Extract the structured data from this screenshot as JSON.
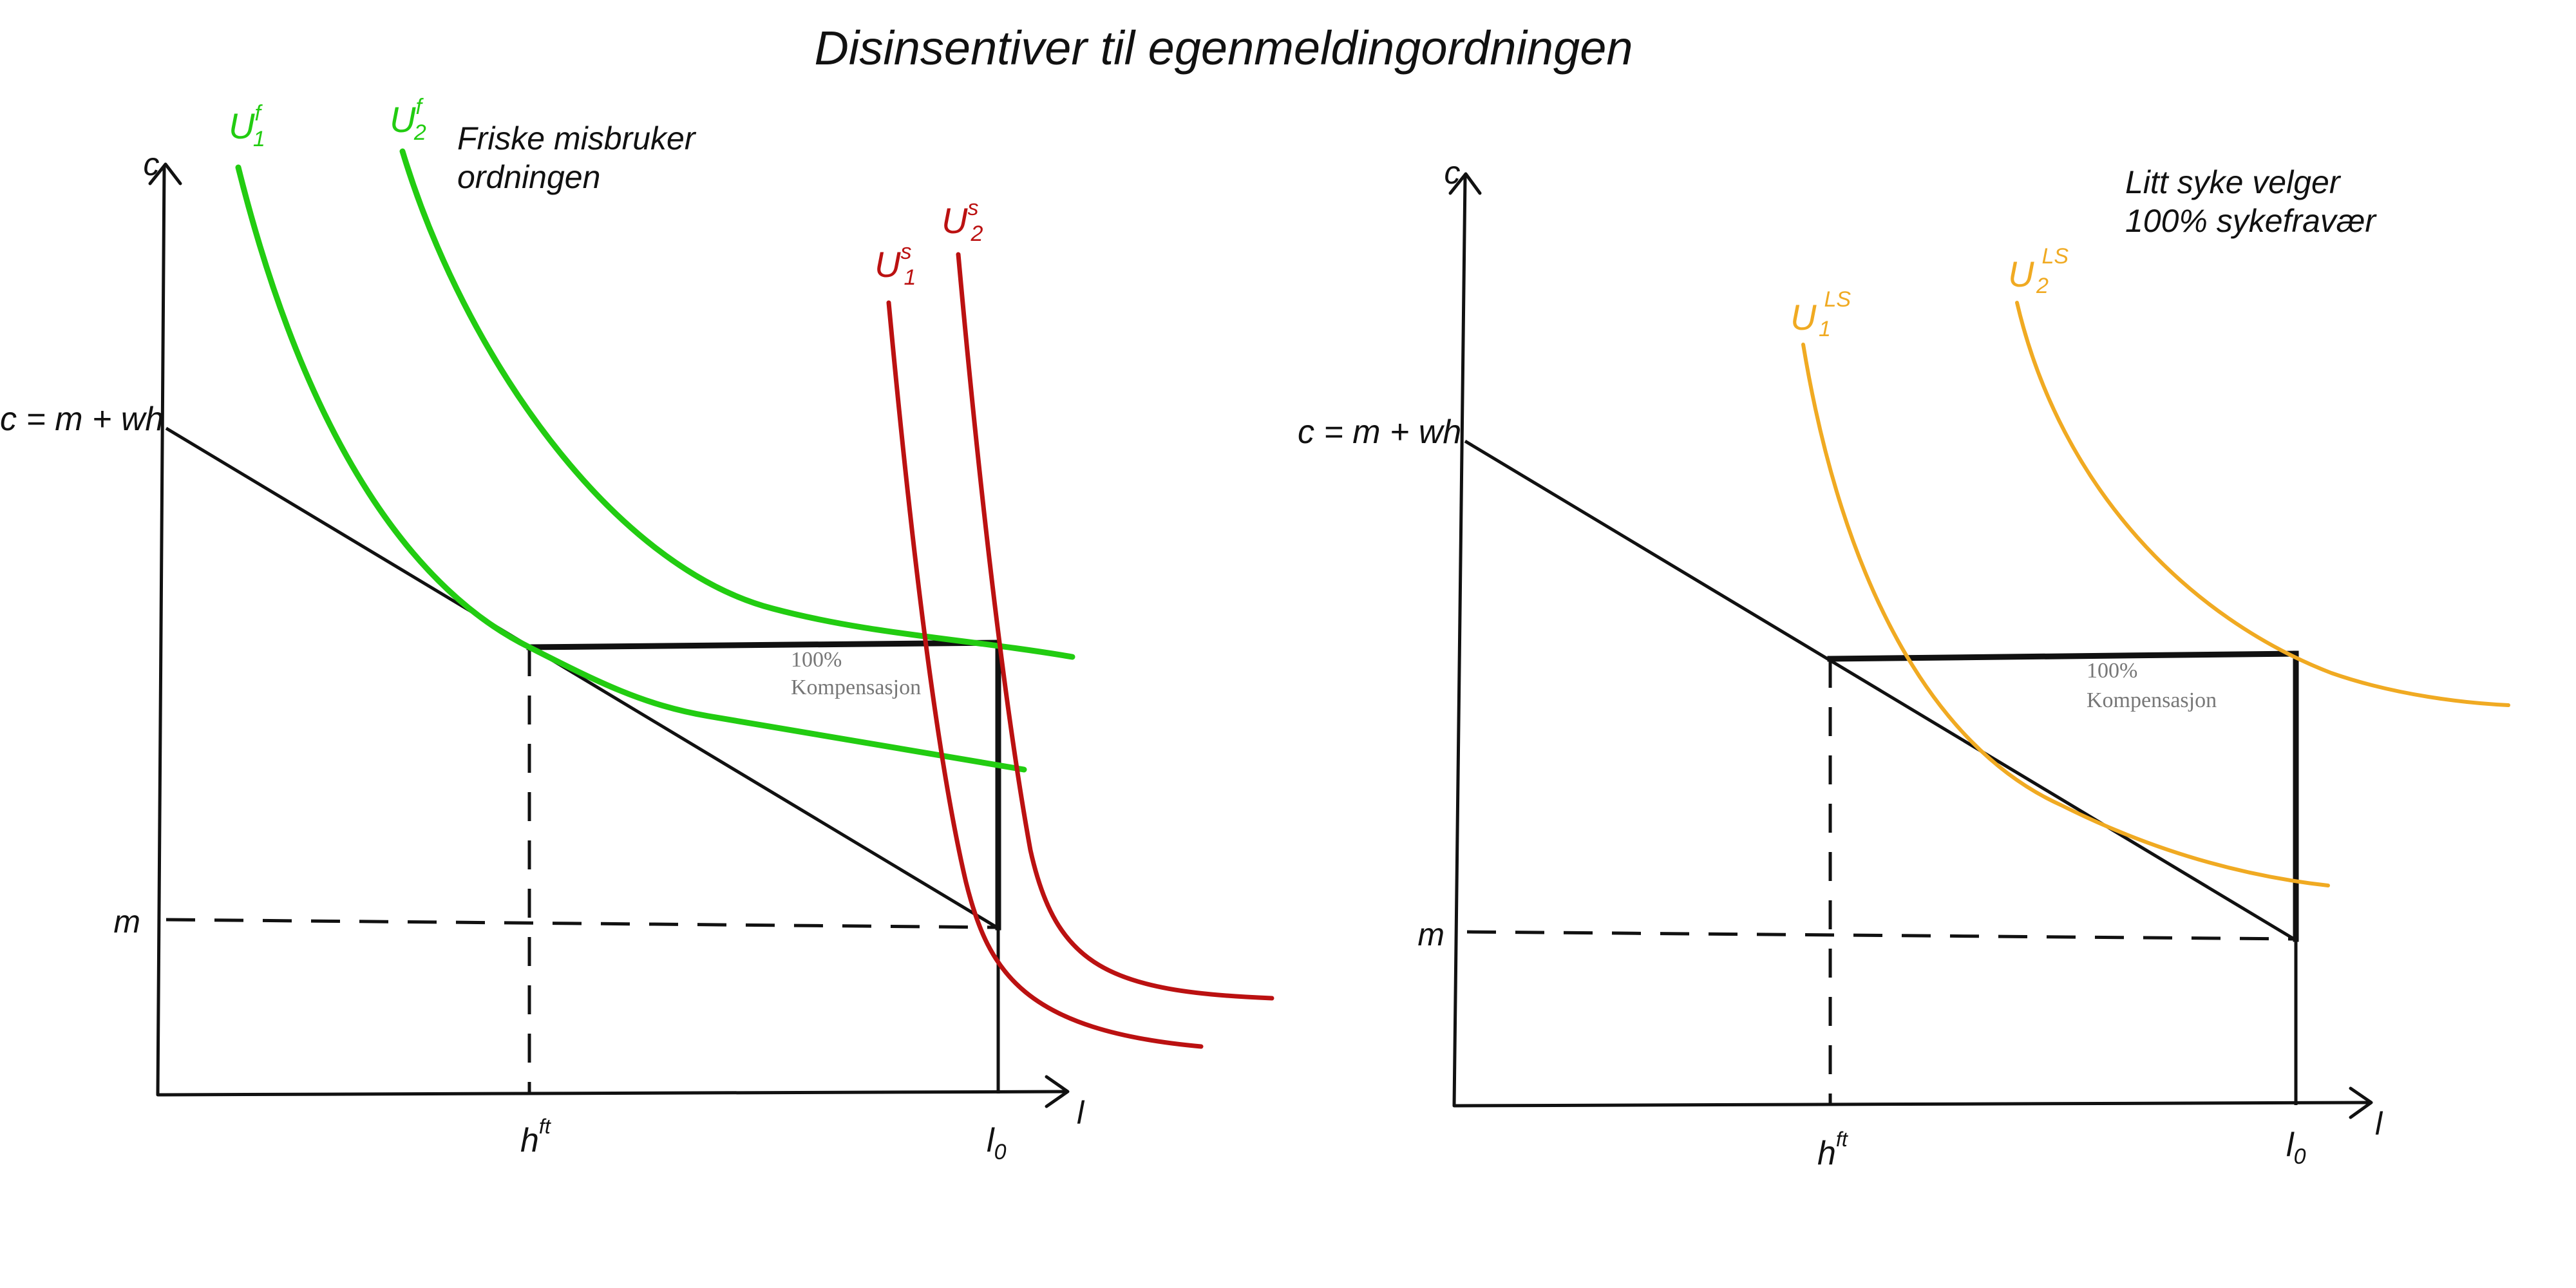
{
  "title": "Disinsentiver til egenmeldingordningen",
  "left_panel": {
    "caption_line1": "Friske misbruker",
    "caption_line2": "ordningen",
    "y_axis": "c",
    "x_axis": "l",
    "budget_label": "c = m + wh",
    "m_label": "m",
    "h_label": "h",
    "h_sup": "ft",
    "l0_label": "l",
    "l0_sub": "0",
    "comp_line1": "100%",
    "comp_line2": "Kompensasjon",
    "curves": [
      {
        "base": "U",
        "sup": "f",
        "sub": "1",
        "color": "#22cc11"
      },
      {
        "base": "U",
        "sup": "f",
        "sub": "2",
        "color": "#22cc11"
      },
      {
        "base": "U",
        "sup": "s",
        "sub": "1",
        "color": "#bb1111"
      },
      {
        "base": "U",
        "sup": "s",
        "sub": "2",
        "color": "#bb1111"
      }
    ]
  },
  "right_panel": {
    "caption_line1": "Litt syke velger",
    "caption_line2": "100% sykefravær",
    "y_axis": "c",
    "x_axis": "l",
    "budget_label": "c = m + wh",
    "m_label": "m",
    "h_label": "h",
    "h_sup": "ft",
    "l0_label": "l",
    "l0_sub": "0",
    "comp_line1": "100%",
    "comp_line2": "Kompensasjon",
    "curves": [
      {
        "base": "U",
        "sup": "LS",
        "sub": "1",
        "color": "#f0aa22"
      },
      {
        "base": "U",
        "sup": "LS",
        "sub": "2",
        "color": "#f0aa22"
      }
    ]
  }
}
